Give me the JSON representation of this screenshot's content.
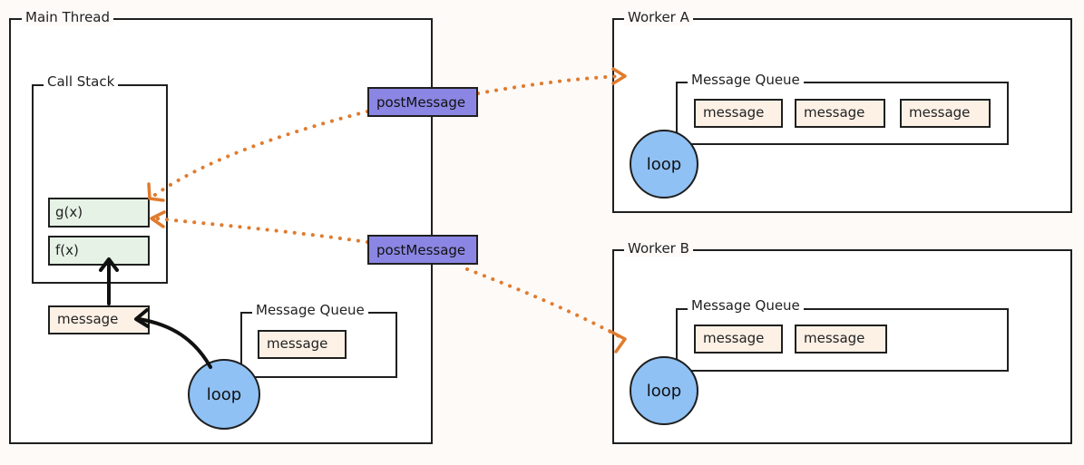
{
  "main_thread": {
    "title": "Main Thread",
    "call_stack": {
      "title": "Call Stack",
      "frames": [
        "g(x)",
        "f(x)"
      ]
    },
    "current_message": "message",
    "message_queue": {
      "title": "Message Queue",
      "items": [
        "message"
      ]
    },
    "loop_label": "loop"
  },
  "post_messages": [
    "postMessage",
    "postMessage"
  ],
  "worker_a": {
    "title": "Worker A",
    "message_queue": {
      "title": "Message Queue",
      "items": [
        "message",
        "message",
        "message"
      ]
    },
    "loop_label": "loop"
  },
  "worker_b": {
    "title": "Worker B",
    "message_queue": {
      "title": "Message Queue",
      "items": [
        "message",
        "message"
      ]
    },
    "loop_label": "loop"
  },
  "colors": {
    "arrow": "#e07b2e",
    "loop": "#8fc1f5",
    "post_message": "#8b86e3",
    "stack_frame": "#e6f2e6",
    "message_chip": "#fdf1e6"
  }
}
